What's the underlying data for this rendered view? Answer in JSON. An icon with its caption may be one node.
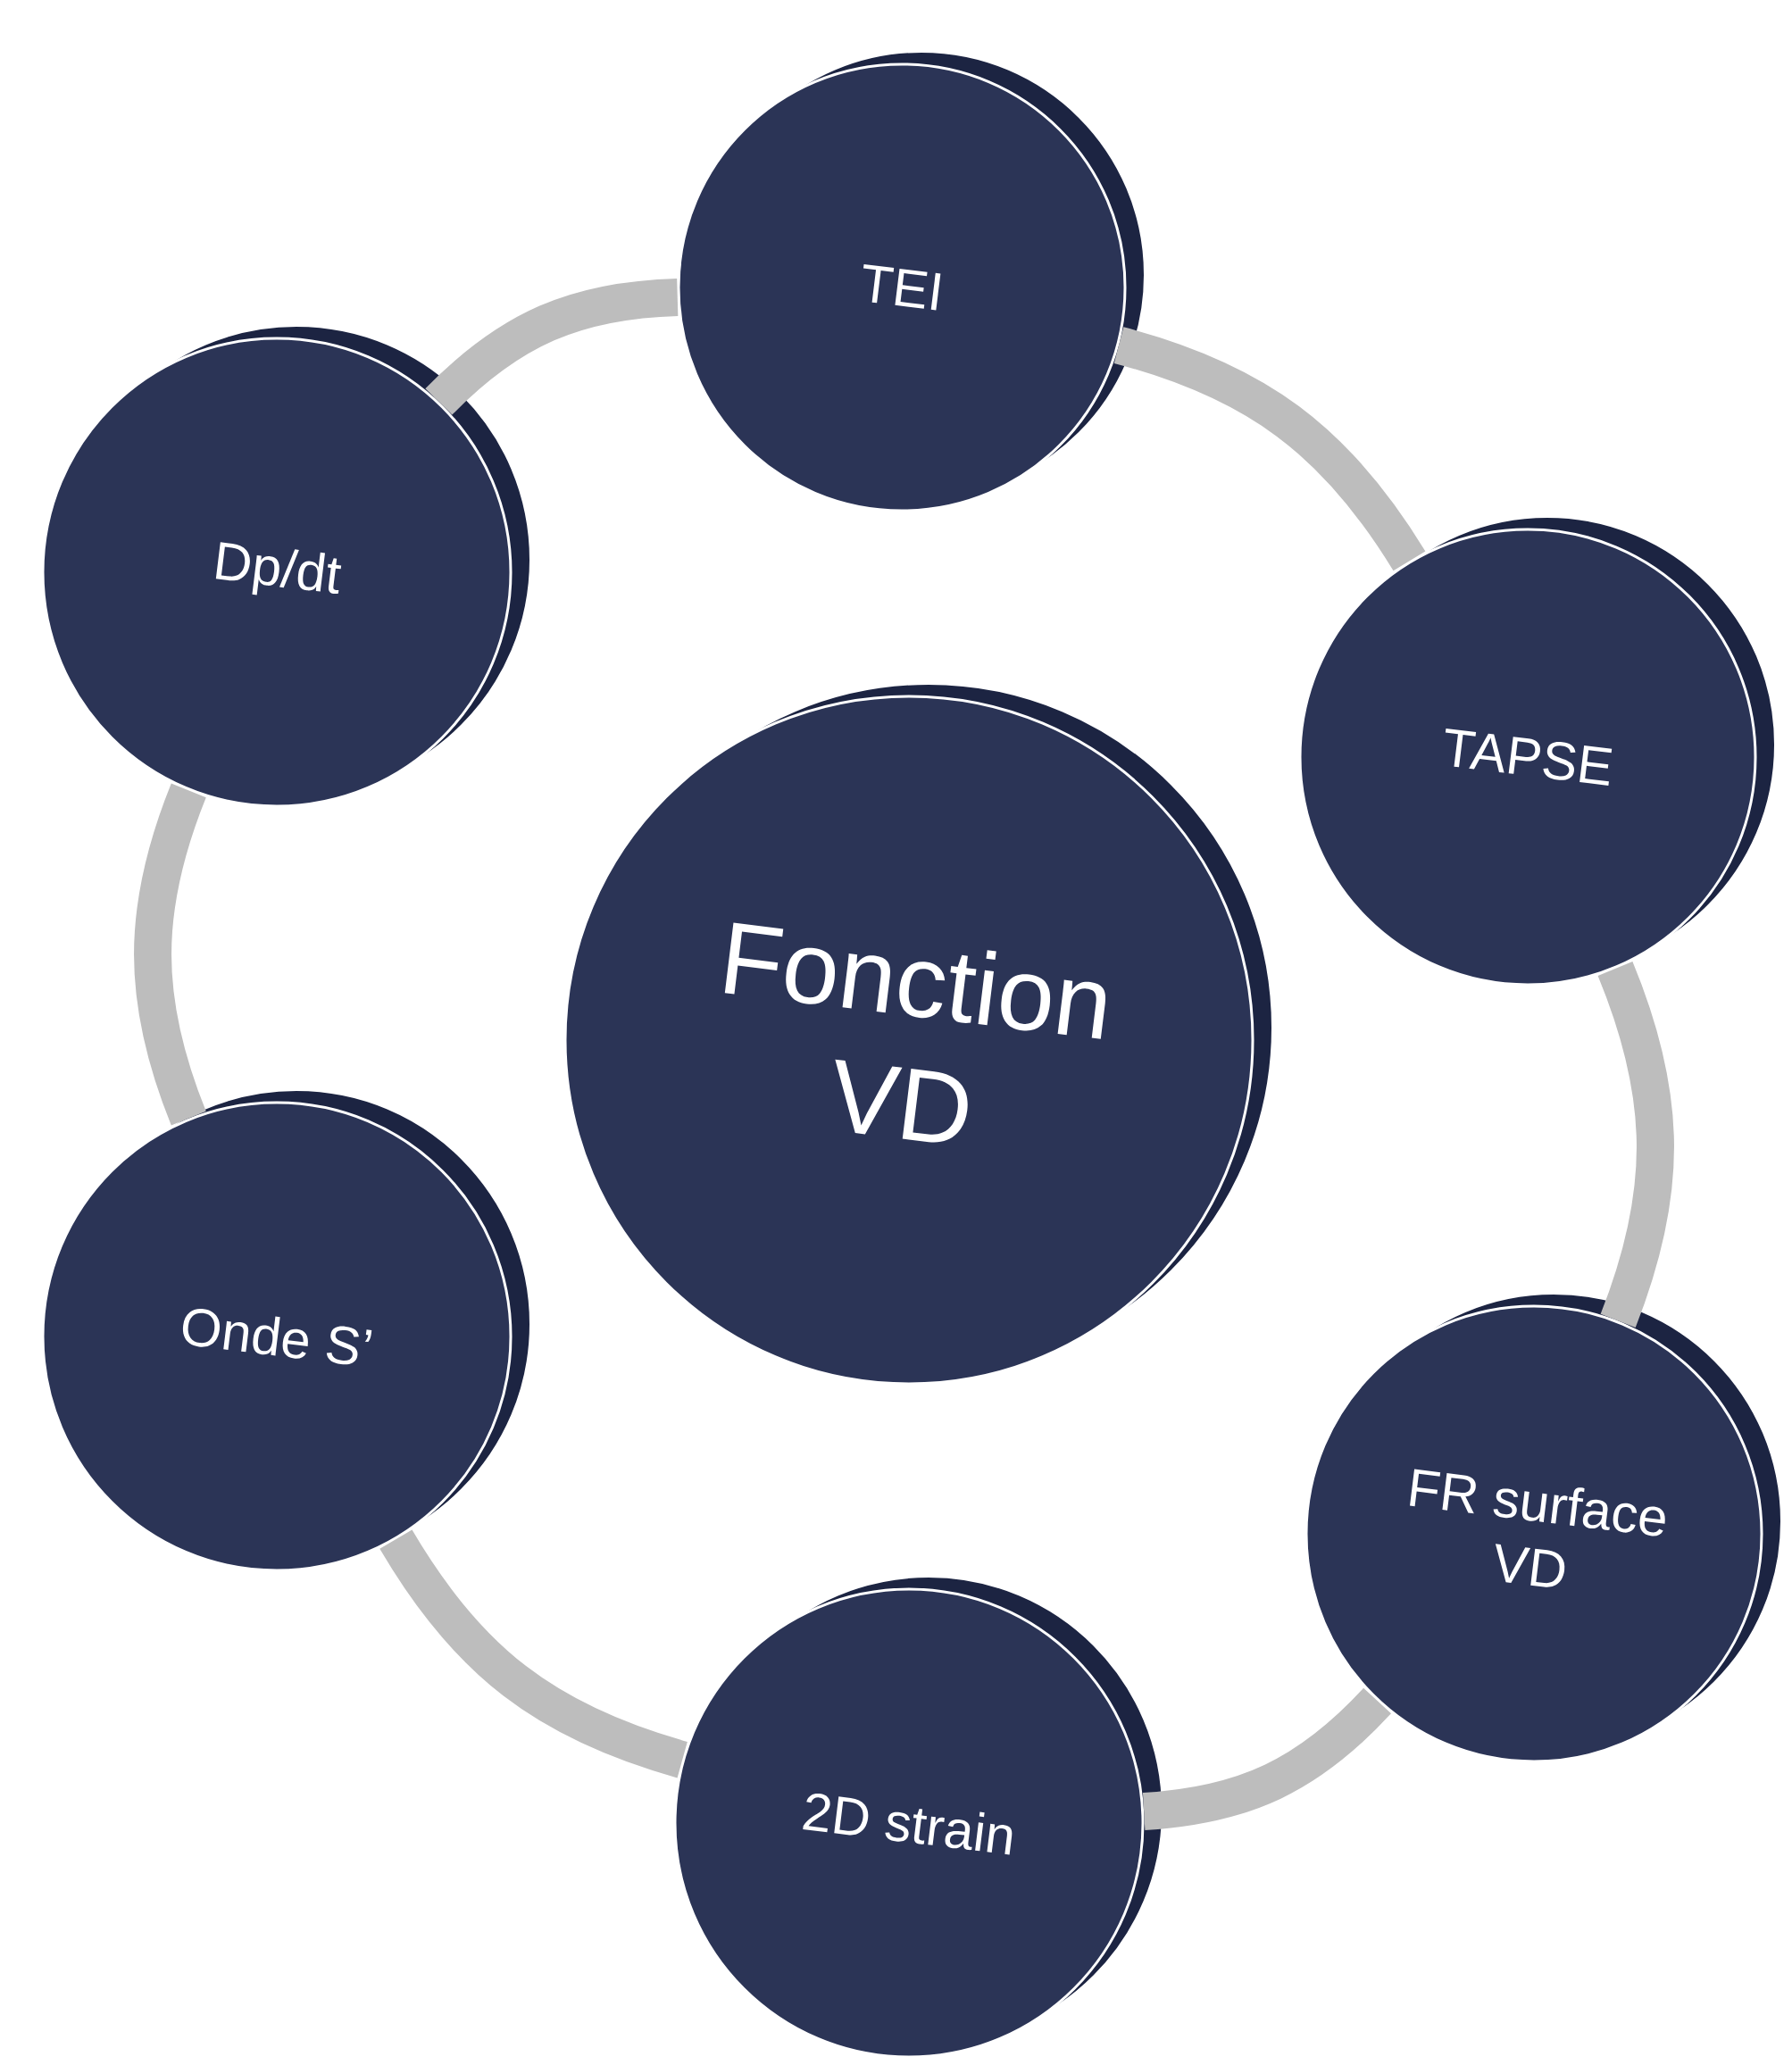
{
  "diagram": {
    "nodes": [
      {
        "text": [
          "TEI"
        ]
      },
      {
        "text": [
          "Dp/dt"
        ]
      },
      {
        "text": [
          "TAPSE"
        ]
      },
      {
        "text": [
          "Fonction VD"
        ]
      },
      {
        "text": [
          "Onde S’"
        ]
      },
      {
        "text": [
          "FR surface VD"
        ]
      },
      {
        "text": [
          "2D strain"
        ]
      }
    ],
    "edges": [
      {
        "from": 0,
        "to": 2,
        "arrow": "none"
      },
      {
        "from": 2,
        "to": 5,
        "arrow": "none"
      },
      {
        "from": 5,
        "to": 6,
        "arrow": "none"
      },
      {
        "from": 6,
        "to": 4,
        "arrow": "none"
      },
      {
        "from": 4,
        "to": 1,
        "arrow": "none"
      },
      {
        "from": 1,
        "to": 0,
        "arrow": "none"
      }
    ]
  }
}
